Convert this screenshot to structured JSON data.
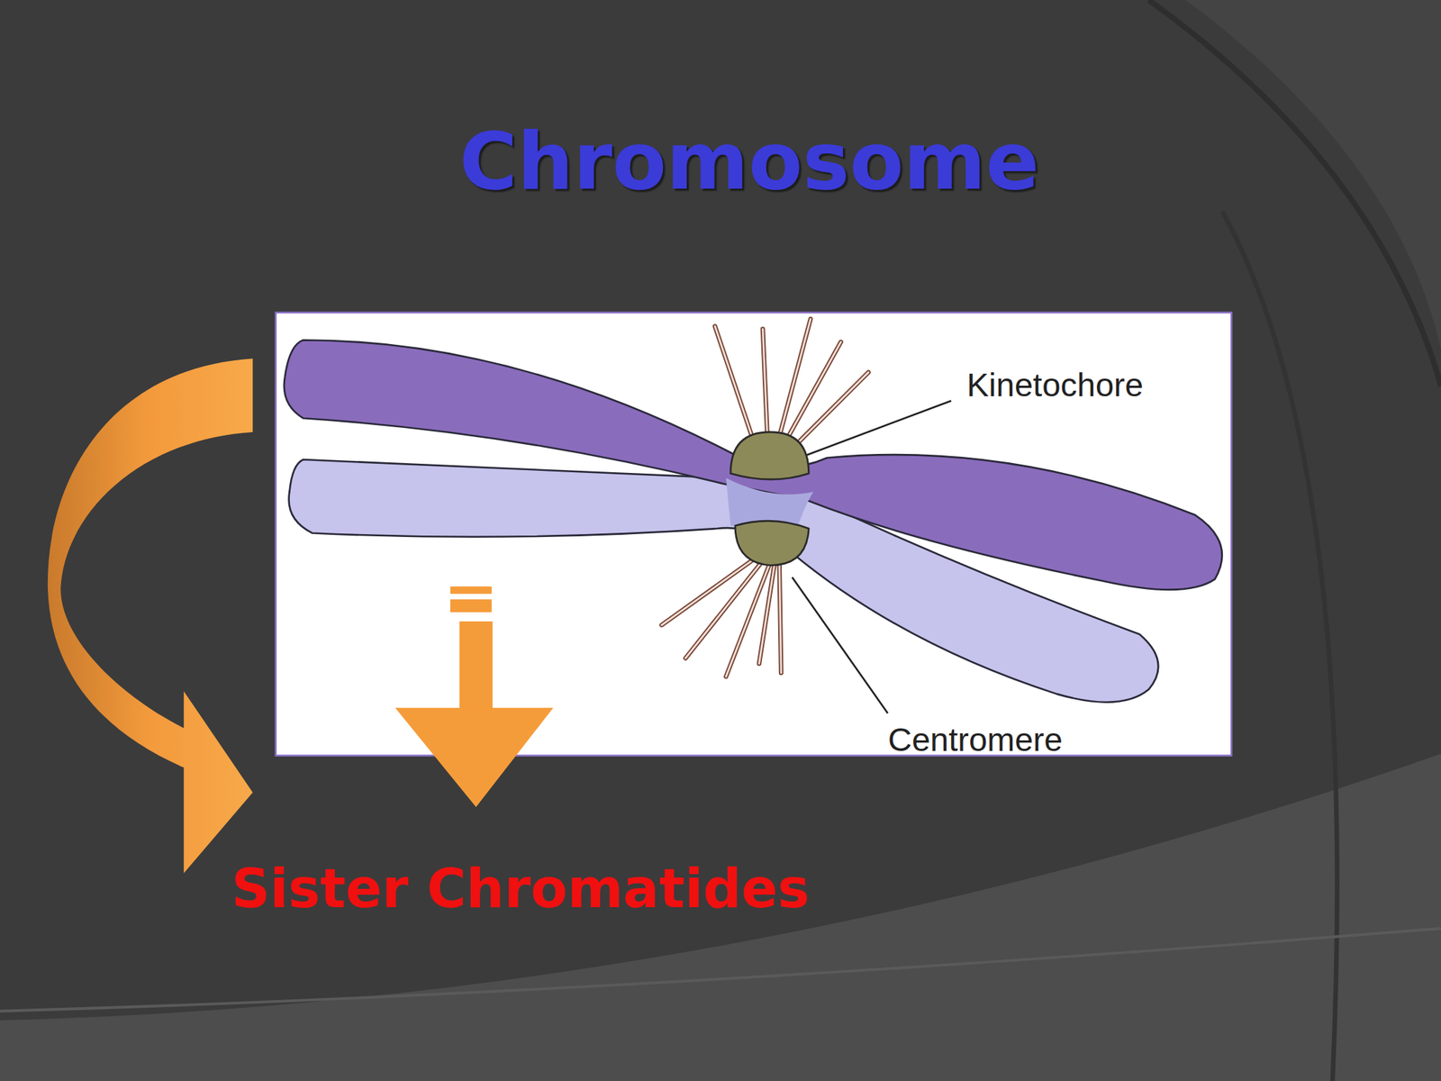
{
  "diagram": {
    "title": "Chromosome",
    "labels": [
      "Kinetochore",
      "Centromere",
      "Sister Chromatides"
    ]
  }
}
